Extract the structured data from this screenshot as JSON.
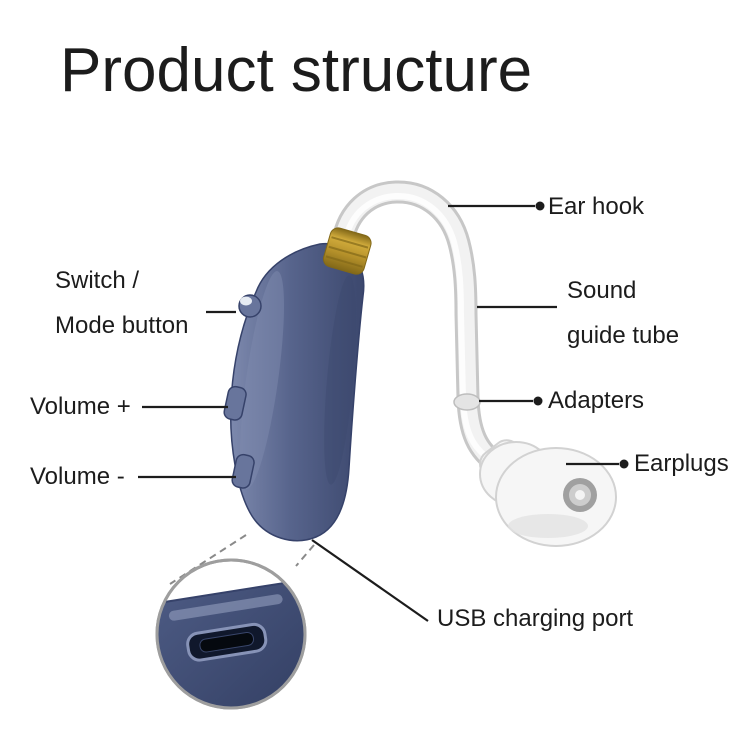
{
  "title": "Product structure",
  "labels": {
    "ear_hook": "Ear hook",
    "switch_mode": {
      "line1": "Switch /",
      "line2": "Mode button"
    },
    "sound_guide_tube": {
      "line1": "Sound",
      "line2": "guide tube"
    },
    "adapters": "Adapters",
    "volume_plus": "Volume +",
    "volume_minus": "Volume -",
    "earplugs": "Earplugs",
    "usb_charging_port": "USB charging port"
  },
  "colors": {
    "background": "#ffffff",
    "text": "#1c1c1c",
    "leader-line": "#1c1c1c",
    "device-body": "#57648c",
    "device-body-light": "#7d89ad",
    "device-body-dark": "#3c486e",
    "device-outline": "#36426a",
    "device-button": "#68759c",
    "gold": "#d2ac3c",
    "gold-mid": "#b4902a",
    "gold-dark": "#826818",
    "tube-fill": "#f2f2f2",
    "tube-edge": "#c7c7c7",
    "earbud-fill": "#f6f6f6",
    "earbud-edge": "#d2d2d2",
    "earbud-hole-ring": "#a0a0a0",
    "earbud-hole-mid": "#cdcdcd",
    "earbud-hole-center": "#f4f4f4",
    "usb-panel-light": "#4d5b84",
    "usb-panel-dark": "#323e62",
    "usb-slot": "#10182c",
    "usb-slot-rim": "#8793b7",
    "lens-ring": "#9e9e9e",
    "zoom-dash": "#8a8a8a"
  }
}
